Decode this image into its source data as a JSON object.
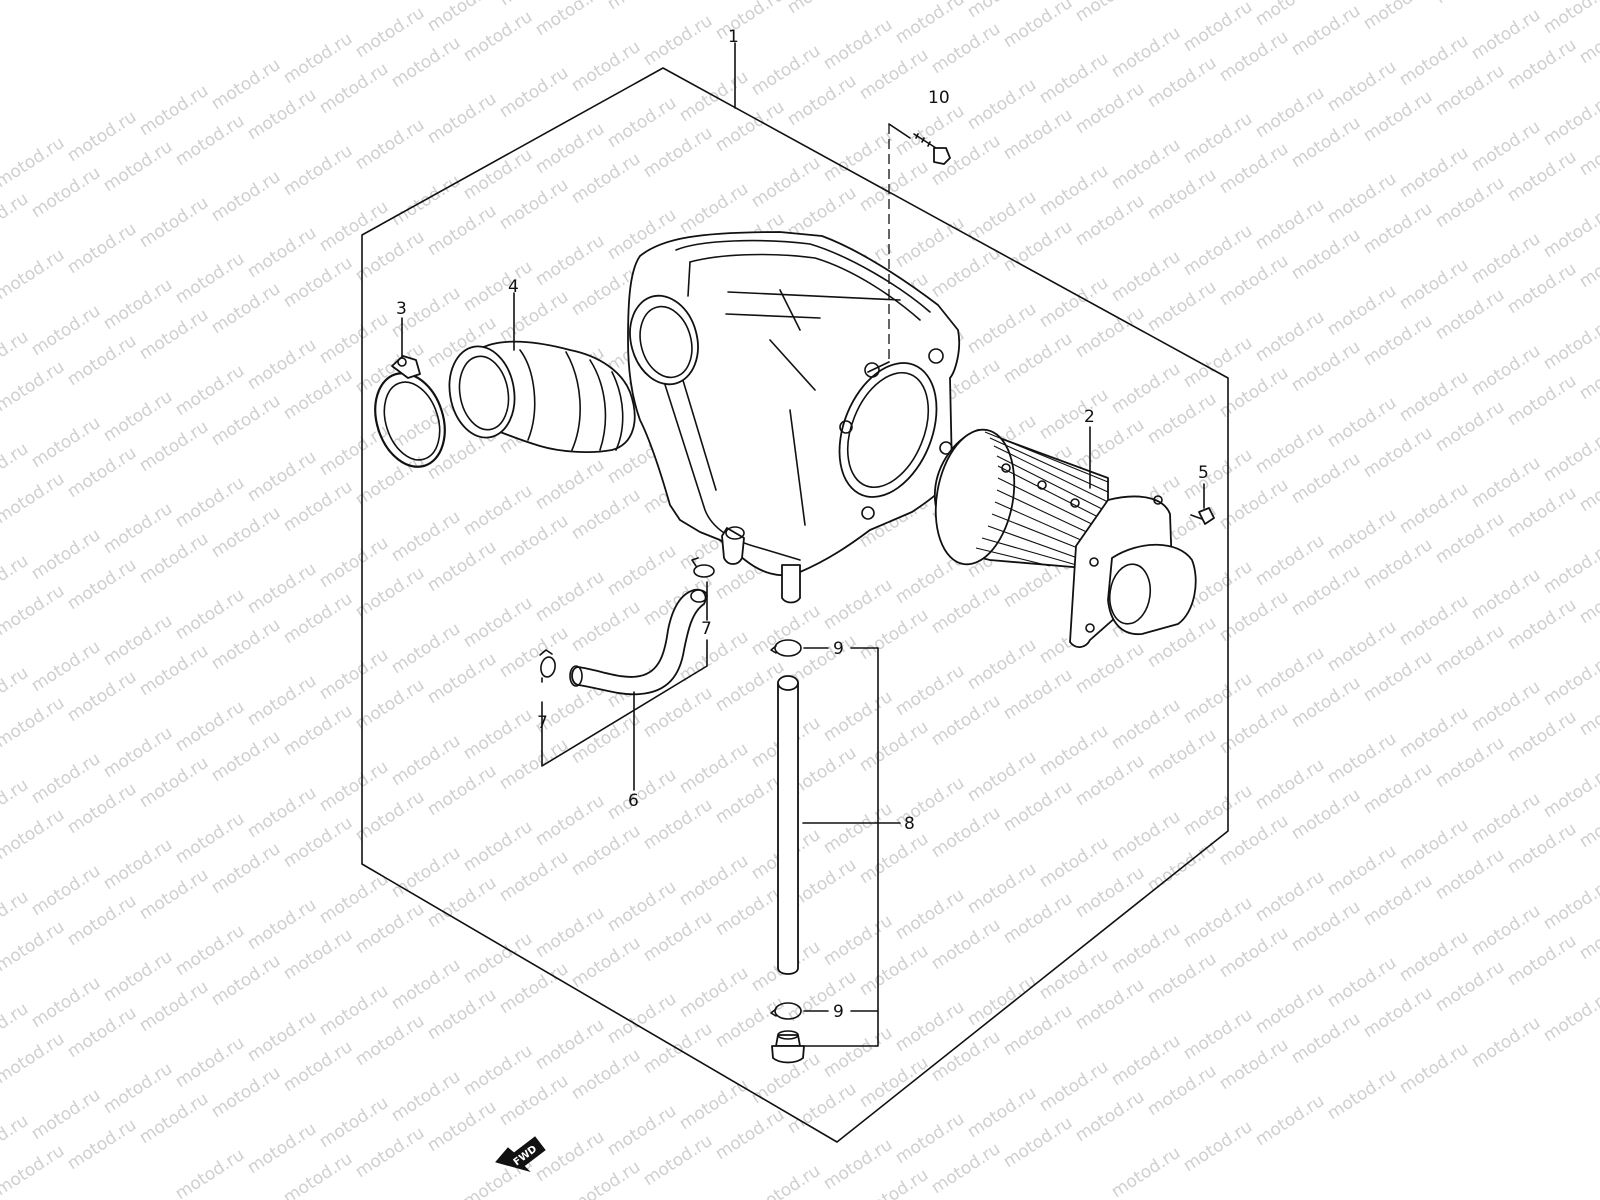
{
  "watermark": {
    "text": "motod.ru"
  },
  "parts": [
    {
      "id": "1",
      "label": "1",
      "name": "air cleaner box"
    },
    {
      "id": "2",
      "label": "2",
      "name": "air filter element"
    },
    {
      "id": "3",
      "label": "3",
      "name": "clamp"
    },
    {
      "id": "4",
      "label": "4",
      "name": "intake pipe"
    },
    {
      "id": "5",
      "label": "5",
      "name": "screw"
    },
    {
      "id": "6",
      "label": "6",
      "name": "hose"
    },
    {
      "id": "7a",
      "label": "7",
      "name": "clip"
    },
    {
      "id": "7b",
      "label": "7",
      "name": "clip"
    },
    {
      "id": "8",
      "label": "8",
      "name": "drain hose"
    },
    {
      "id": "9a",
      "label": "9",
      "name": "clip"
    },
    {
      "id": "9b",
      "label": "9",
      "name": "clip"
    },
    {
      "id": "10",
      "label": "10",
      "name": "bolt"
    }
  ],
  "fwd_marker": {
    "label": "FWD"
  },
  "colors": {
    "line": "#111111",
    "watermark": "#cfcfcf",
    "background": "#ffffff"
  }
}
